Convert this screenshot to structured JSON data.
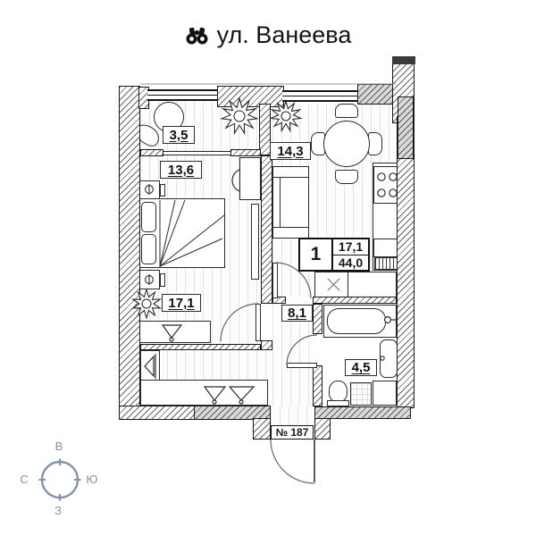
{
  "title": {
    "text": "ул. Ванеева"
  },
  "rooms": {
    "loggia": "3,5",
    "bedroom": "13,6",
    "kitchen": "14,3",
    "living": "17,1",
    "hallway": "8,1",
    "bathroom": "4,5"
  },
  "info_box": {
    "rooms_count": "1",
    "living_area": "17,1",
    "total_area": "44,0"
  },
  "entrance": {
    "apartment_number": "№ 187"
  },
  "compass": {
    "top": "В",
    "right": "Ю",
    "bottom": "З",
    "left": "С"
  },
  "colors": {
    "line": "#1a1a1a",
    "wall_gray": "#d9d9d9",
    "compass": "#8494a8",
    "background": "#ffffff"
  }
}
